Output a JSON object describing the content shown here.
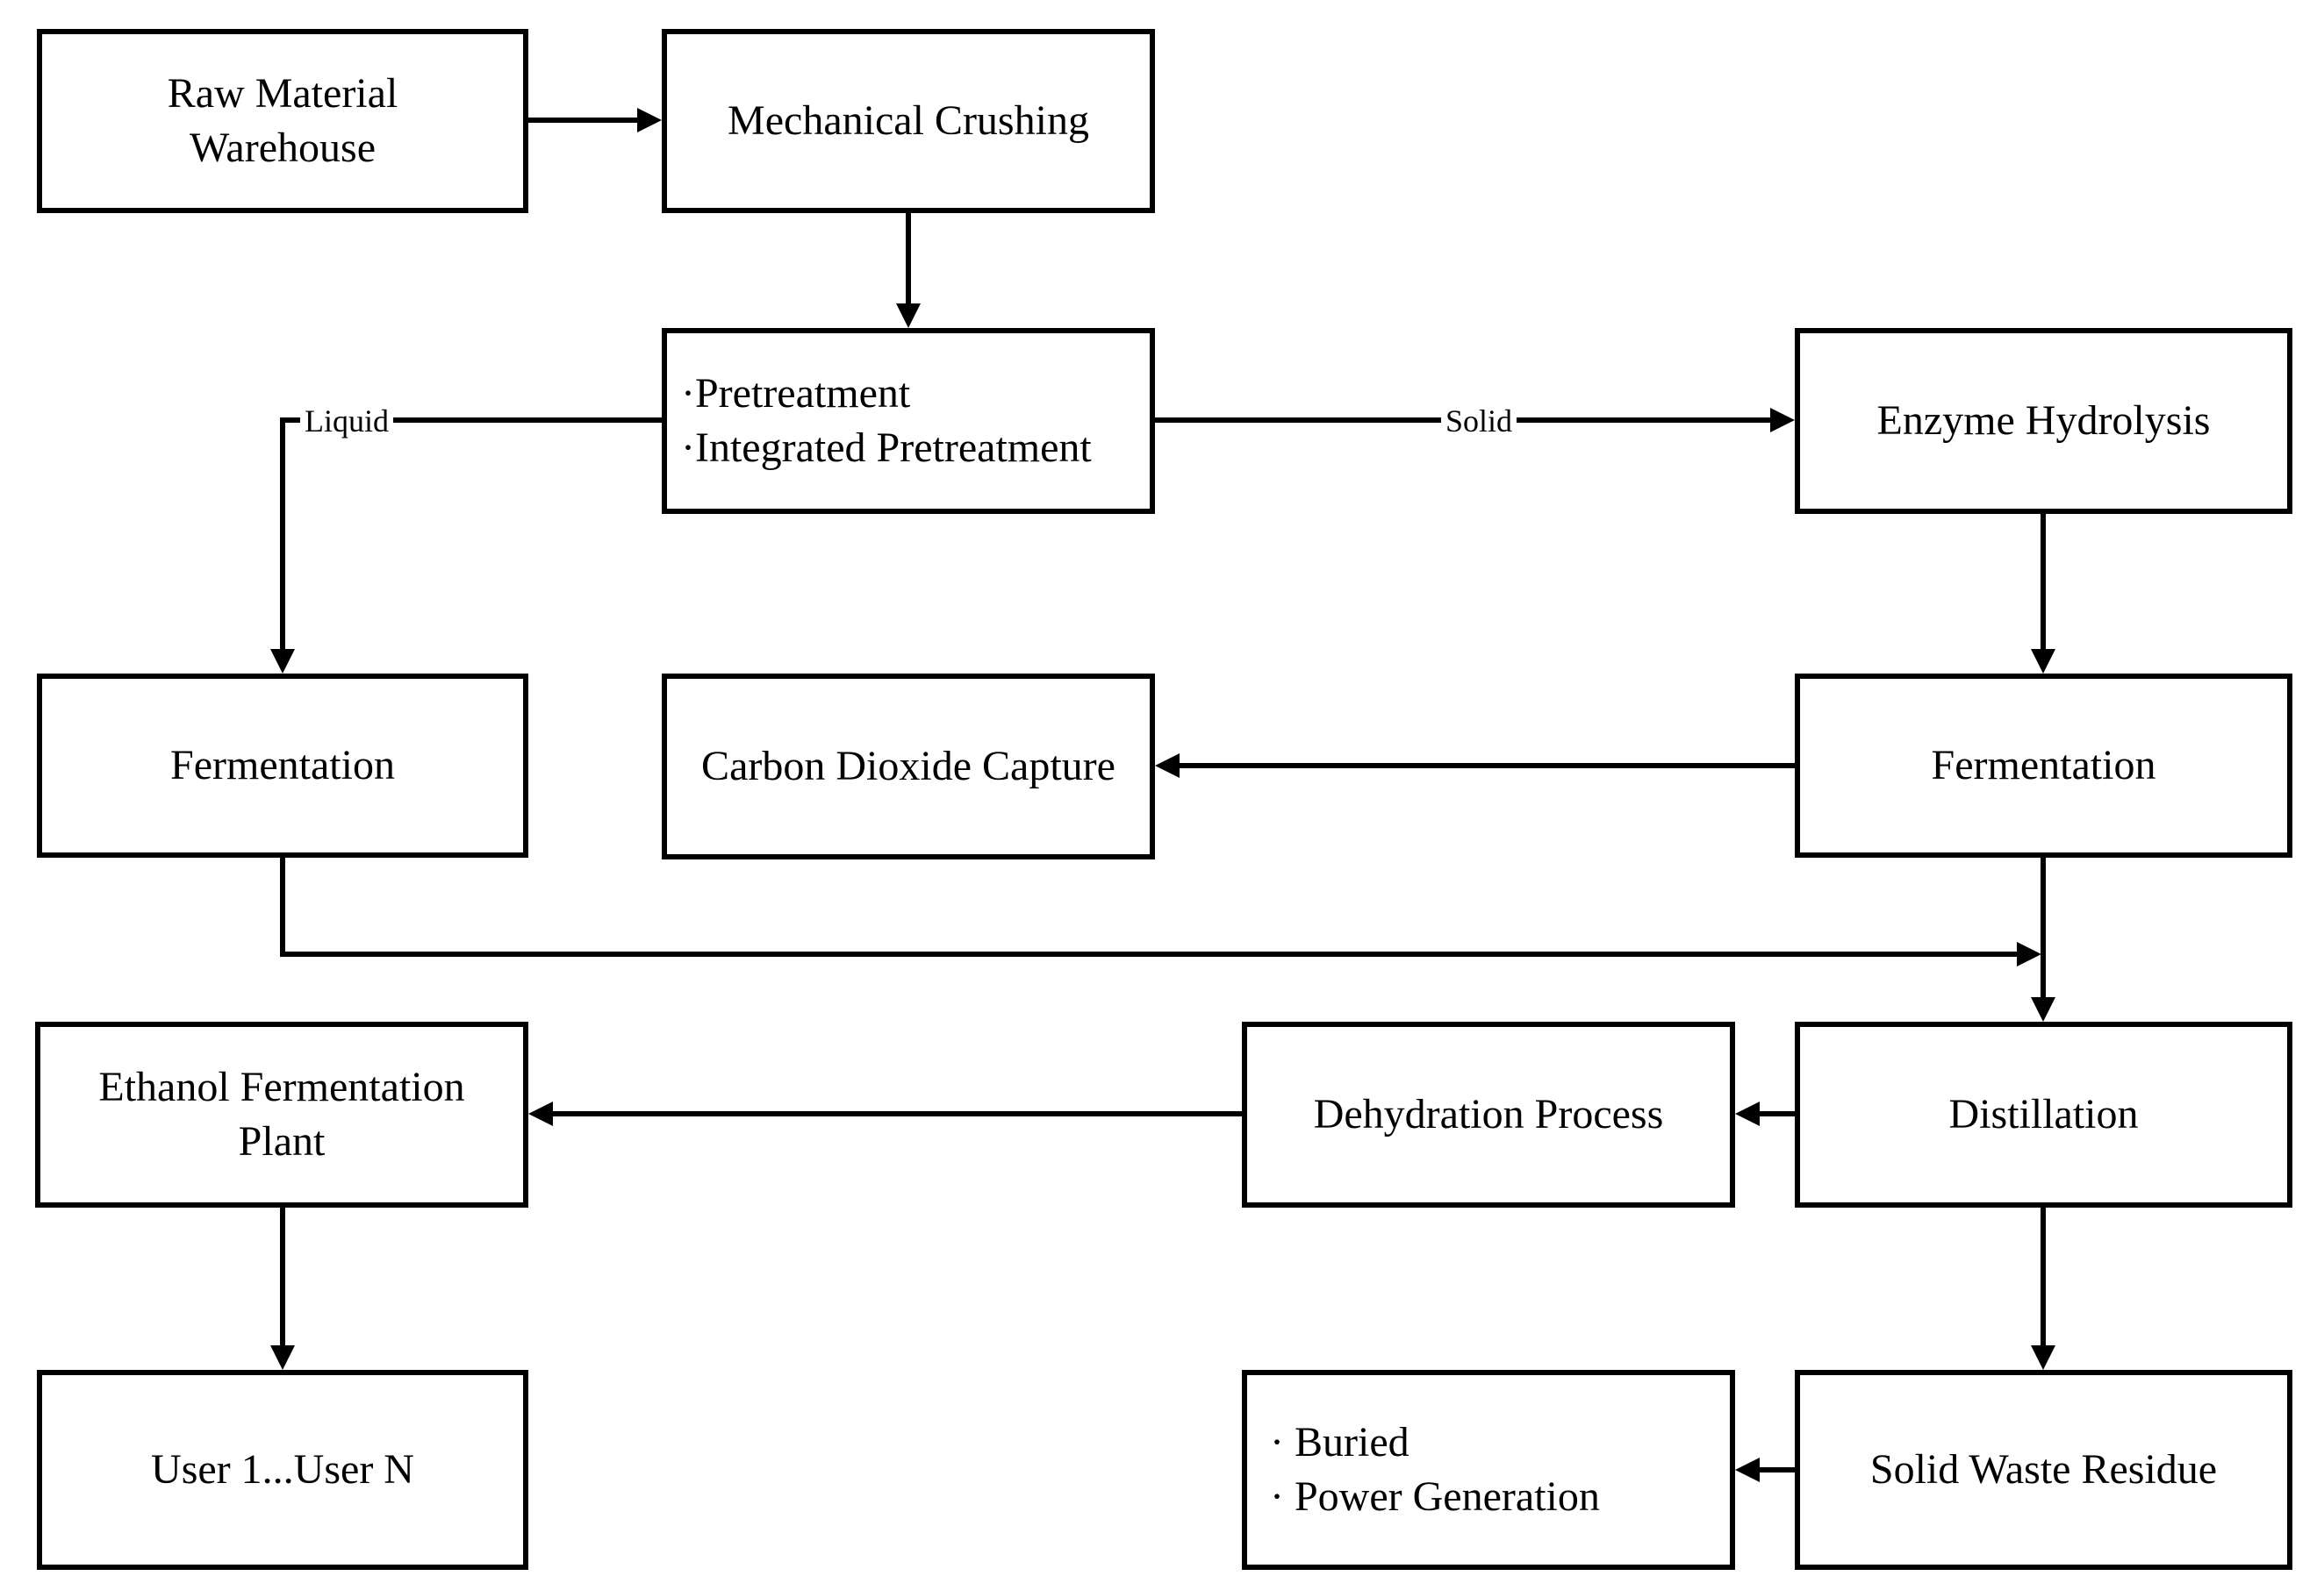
{
  "diagram": {
    "background_color": "#ffffff",
    "stroke_color": "#000000",
    "node_fill_color": "#ffffff",
    "nodes": {
      "raw_material_warehouse": {
        "lines": [
          "Raw Material",
          "Warehouse"
        ]
      },
      "mechanical_crushing": {
        "lines": [
          "Mechanical Crushing"
        ]
      },
      "pretreatment": {
        "lines": [
          "·Pretreatment",
          "·Integrated Pretreatment"
        ]
      },
      "enzyme_hydrolysis": {
        "lines": [
          "Enzyme Hydrolysis"
        ]
      },
      "fermentation_left": {
        "lines": [
          "Fermentation"
        ]
      },
      "carbon_dioxide_capture": {
        "lines": [
          "Carbon Dioxide Capture"
        ]
      },
      "fermentation_right": {
        "lines": [
          "Fermentation"
        ]
      },
      "ethanol_fermentation_plant": {
        "lines": [
          "Ethanol Fermentation",
          "Plant"
        ]
      },
      "dehydration_process": {
        "lines": [
          "Dehydration Process"
        ]
      },
      "distillation": {
        "lines": [
          "Distillation"
        ]
      },
      "users": {
        "lines": [
          "User 1...User N"
        ]
      },
      "waste_disposal": {
        "lines": [
          "· Buried",
          "· Power Generation"
        ]
      },
      "solid_waste_residue": {
        "lines": [
          "Solid Waste Residue"
        ]
      }
    },
    "edge_labels": {
      "liquid": "Liquid",
      "solid": "Solid"
    }
  }
}
